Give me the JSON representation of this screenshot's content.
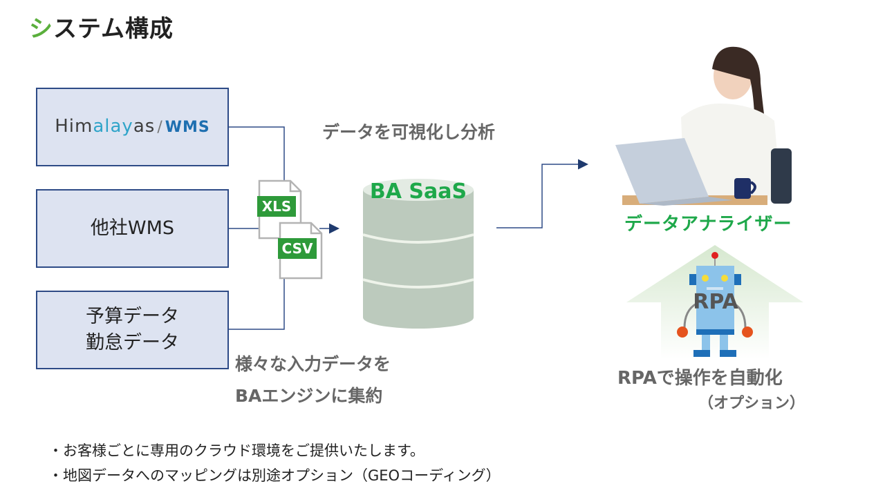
{
  "page": {
    "title_first": "シ",
    "title_rest": "ステム構成"
  },
  "sources": {
    "himalayas": {
      "him": "Him",
      "alay": "alay",
      "as": "as",
      "slash": "/",
      "wms": "WMS"
    },
    "other_wms": "他社WMS",
    "budget_line1": "予算データ",
    "budget_line2": "勤怠データ"
  },
  "files": {
    "xls": "XLS",
    "csv": "CSV"
  },
  "database": {
    "label": "BA SaaS"
  },
  "captions": {
    "visualize": "データを可視化し分析",
    "aggregate_line1": "様々な入力データを",
    "aggregate_line2": "BAエンジンに集約"
  },
  "analyst": {
    "label": "データアナライザー"
  },
  "rpa": {
    "robot_text": "RPA",
    "label": "RPAで操作を自動化",
    "option": "（オプション）"
  },
  "notes": [
    "・お客様ごとに専用のクラウド環境をご提供いたします。",
    "・地図データへのマッピングは別途オプション（GEOコーディング）"
  ],
  "colors": {
    "accent_green": "#1ea84a",
    "box_fill": "#dde3f1",
    "box_border": "#2d4a86",
    "line": "#2d4a86",
    "db_fill": "#bccabd"
  }
}
